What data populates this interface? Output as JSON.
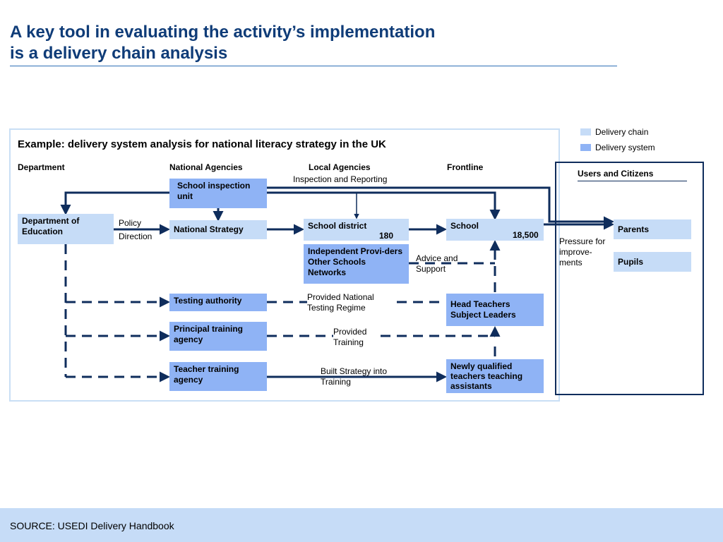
{
  "title": {
    "line1": "A key tool in evaluating the activity’s implementation",
    "line2": "is a delivery chain analysis"
  },
  "legend": [
    {
      "label": "Delivery chain",
      "color": "#c6dcf7"
    },
    {
      "label": "Delivery system",
      "color": "#8fb3f5"
    }
  ],
  "example_title": "Example: delivery system analysis for national literacy strategy in the UK",
  "columns": {
    "department": "Department",
    "national": "National Agencies",
    "local": "Local Agencies",
    "frontline": "Frontline"
  },
  "users_title": "Users and Citizens",
  "nodes": {
    "school_inspection": "School inspection unit",
    "dept_education": "Department of Education",
    "national_strategy": "National Strategy",
    "school_district": "School district",
    "school_district_count": "180",
    "school": "School",
    "school_count": "18,500",
    "independent": "Independent Provi-ders Other Schools Networks",
    "testing": "Testing authority",
    "head_teachers": "Head Teachers Subject Leaders",
    "principal": "Principal training agency",
    "teacher": "Teacher training agency",
    "newly": "Newly qualified teachers teaching assistants",
    "parents": "Parents",
    "pupils": "Pupils"
  },
  "labels": {
    "inspection_reporting": "Inspection and Reporting",
    "policy": "Policy",
    "direction": "Direction",
    "advice": "Advice and Support",
    "provided_testing": "Provided National Testing Regime",
    "provided_training": "Provided Training",
    "built_strategy": "Built Strategy into Training",
    "pressure": "Pressure for improve-ments"
  },
  "source": "SOURCE: USEDI Delivery Handbook"
}
